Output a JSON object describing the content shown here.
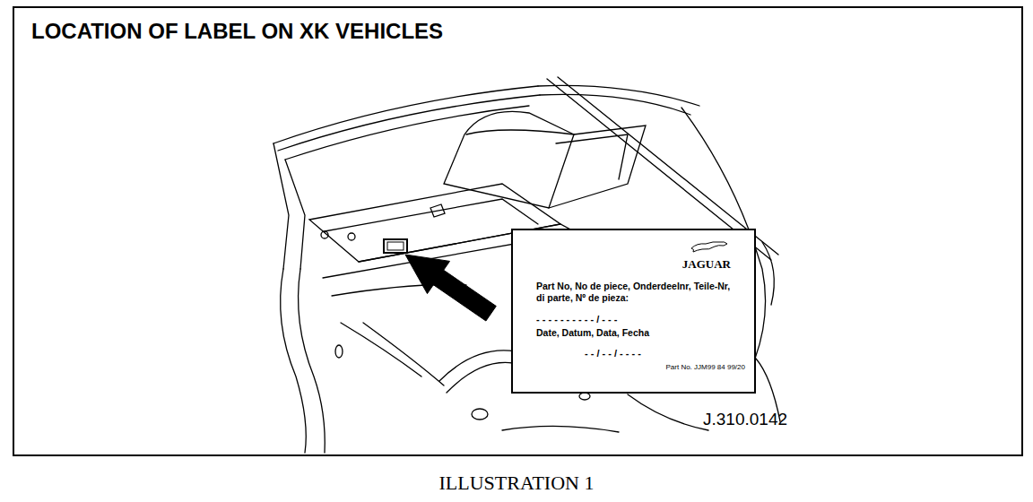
{
  "diagram": {
    "title": "LOCATION OF LABEL ON XK VEHICLES",
    "caption": "ILLUSTRATION 1",
    "nodes": [
      {
        "text": [
          "JAGUAR",
          "Part No, No de piece, Onderdeelnr, Teile-Nr, di parte, Nº de pieza:",
          "- - - - - - - - - - / - - -",
          "Date, Datum, Data, Fecha",
          "- - / - - / - - - -",
          "Part No. JJM99 84 99/20"
        ]
      }
    ],
    "labels": [
      "J.310.0142"
    ]
  }
}
